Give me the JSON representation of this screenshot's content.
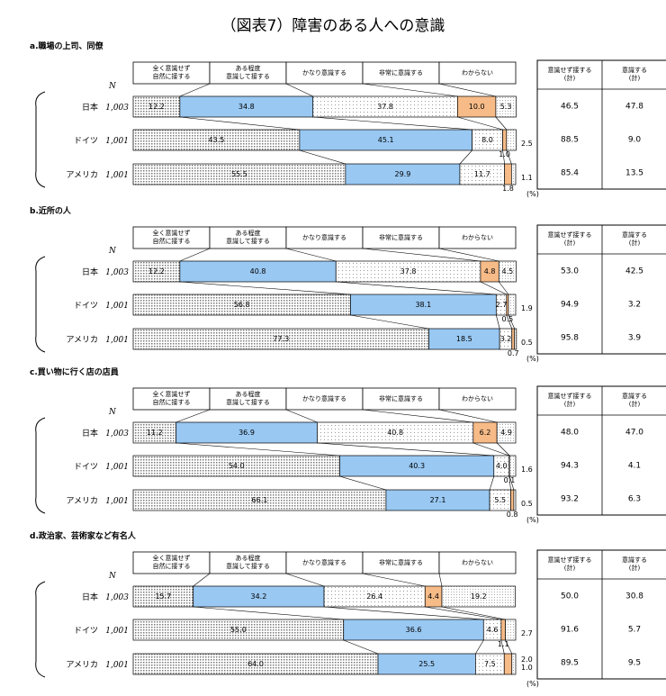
{
  "figure_title": "（図表7）障害のある人への意識",
  "n_label": "N",
  "unit_label": "(%)",
  "legend_headers": [
    "全く意識せず\n自然に接する",
    "ある程度\n意識して接する",
    "かなり意識する",
    "非常に意識する",
    "わからない"
  ],
  "table_headers": [
    "意識せず接する\n(計)",
    "意識する\n(計)"
  ],
  "colors": {
    "seg1": "#d8d8d8",
    "seg2": "#99c8f2",
    "seg3": "#f0f0f0",
    "seg4": "#f7bb88",
    "seg5": "#ececec"
  },
  "chart_data": [
    {
      "type": "bar",
      "title": "a.職場の上司、同僚",
      "rows": [
        {
          "country": "日本",
          "n": "1,003",
          "values": [
            12.2,
            34.8,
            37.8,
            10.0,
            5.3
          ],
          "labels": [
            "12.2",
            "34.8",
            "37.8",
            "10.0",
            "5.3"
          ],
          "sum1": "46.5",
          "sum2": "47.8"
        },
        {
          "country": "ドイツ",
          "n": "1,001",
          "values": [
            43.5,
            45.1,
            8.0,
            1.0,
            2.5
          ],
          "labels": [
            "43.5",
            "45.1",
            "8.0",
            "1.0",
            "2.5"
          ],
          "sum1": "88.5",
          "sum2": "9.0"
        },
        {
          "country": "アメリカ",
          "n": "1,001",
          "values": [
            55.5,
            29.9,
            11.7,
            1.8,
            1.1
          ],
          "labels": [
            "55.5",
            "29.9",
            "11.7",
            "1.8",
            "1.1"
          ],
          "sum1": "85.4",
          "sum2": "13.5"
        }
      ]
    },
    {
      "type": "bar",
      "title": "b.近所の人",
      "rows": [
        {
          "country": "日本",
          "n": "1,003",
          "values": [
            12.2,
            40.8,
            37.8,
            4.8,
            4.5
          ],
          "labels": [
            "12.2",
            "40.8",
            "37.8",
            "4.8",
            "4.5"
          ],
          "sum1": "53.0",
          "sum2": "42.5"
        },
        {
          "country": "ドイツ",
          "n": "1,001",
          "values": [
            56.8,
            38.1,
            2.7,
            0.5,
            1.9
          ],
          "labels": [
            "56.8",
            "38.1",
            "2.7",
            "0.5",
            "1.9"
          ],
          "sum1": "94.9",
          "sum2": "3.2"
        },
        {
          "country": "アメリカ",
          "n": "1,001",
          "values": [
            77.3,
            18.5,
            3.2,
            0.7,
            0.5
          ],
          "labels": [
            "77.3",
            "18.5",
            "3.2",
            "0.7",
            "0.5"
          ],
          "sum1": "95.8",
          "sum2": "3.9"
        }
      ]
    },
    {
      "type": "bar",
      "title": "c.買い物に行く店の店員",
      "rows": [
        {
          "country": "日本",
          "n": "1,003",
          "values": [
            11.2,
            36.9,
            40.8,
            6.2,
            4.9
          ],
          "labels": [
            "11.2",
            "36.9",
            "40.8",
            "6.2",
            "4.9"
          ],
          "sum1": "48.0",
          "sum2": "47.0"
        },
        {
          "country": "ドイツ",
          "n": "1,001",
          "values": [
            54.0,
            40.3,
            4.0,
            0.1,
            1.6
          ],
          "labels": [
            "54.0",
            "40.3",
            "4.0",
            "0.1",
            "1.6"
          ],
          "sum1": "94.3",
          "sum2": "4.1"
        },
        {
          "country": "アメリカ",
          "n": "1,001",
          "values": [
            66.1,
            27.1,
            5.5,
            0.8,
            0.5
          ],
          "labels": [
            "66.1",
            "27.1",
            "5.5",
            "0.8",
            "0.5"
          ],
          "sum1": "93.2",
          "sum2": "6.3"
        }
      ]
    },
    {
      "type": "bar",
      "title": "d.政治家、芸術家など有名人",
      "rows": [
        {
          "country": "日本",
          "n": "1,003",
          "values": [
            15.7,
            34.2,
            26.4,
            4.4,
            19.2
          ],
          "labels": [
            "15.7",
            "34.2",
            "26.4",
            "4.4",
            "19.2"
          ],
          "sum1": "50.0",
          "sum2": "30.8"
        },
        {
          "country": "ドイツ",
          "n": "1,001",
          "values": [
            55.0,
            36.6,
            4.6,
            1.1,
            2.7
          ],
          "labels": [
            "55.0",
            "36.6",
            "4.6",
            "1.1",
            "2.7"
          ],
          "sum1": "91.6",
          "sum2": "5.7"
        },
        {
          "country": "アメリカ",
          "n": "1,001",
          "values": [
            64.0,
            25.5,
            7.5,
            2.0,
            1.0
          ],
          "labels": [
            "64.0",
            "25.5",
            "7.5",
            "2.0",
            "1.0"
          ],
          "sum1": "89.5",
          "sum2": "9.5"
        }
      ]
    }
  ]
}
